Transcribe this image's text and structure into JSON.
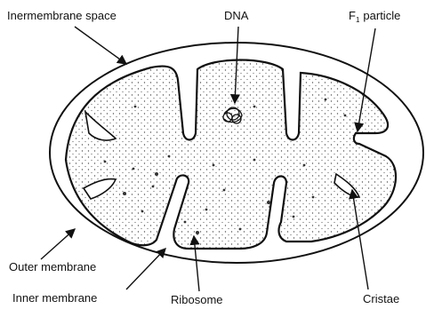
{
  "labels": {
    "intermembrane_space": "Inermembrane space",
    "dna": "DNA",
    "f1_particle_prefix": "F",
    "f1_particle_sub": "1",
    "f1_particle_suffix": "particle",
    "outer_membrane": "Outer membrane",
    "inner_membrane": "Inner membrane",
    "ribosome": "Ribosome",
    "cristae": "Cristae"
  }
}
